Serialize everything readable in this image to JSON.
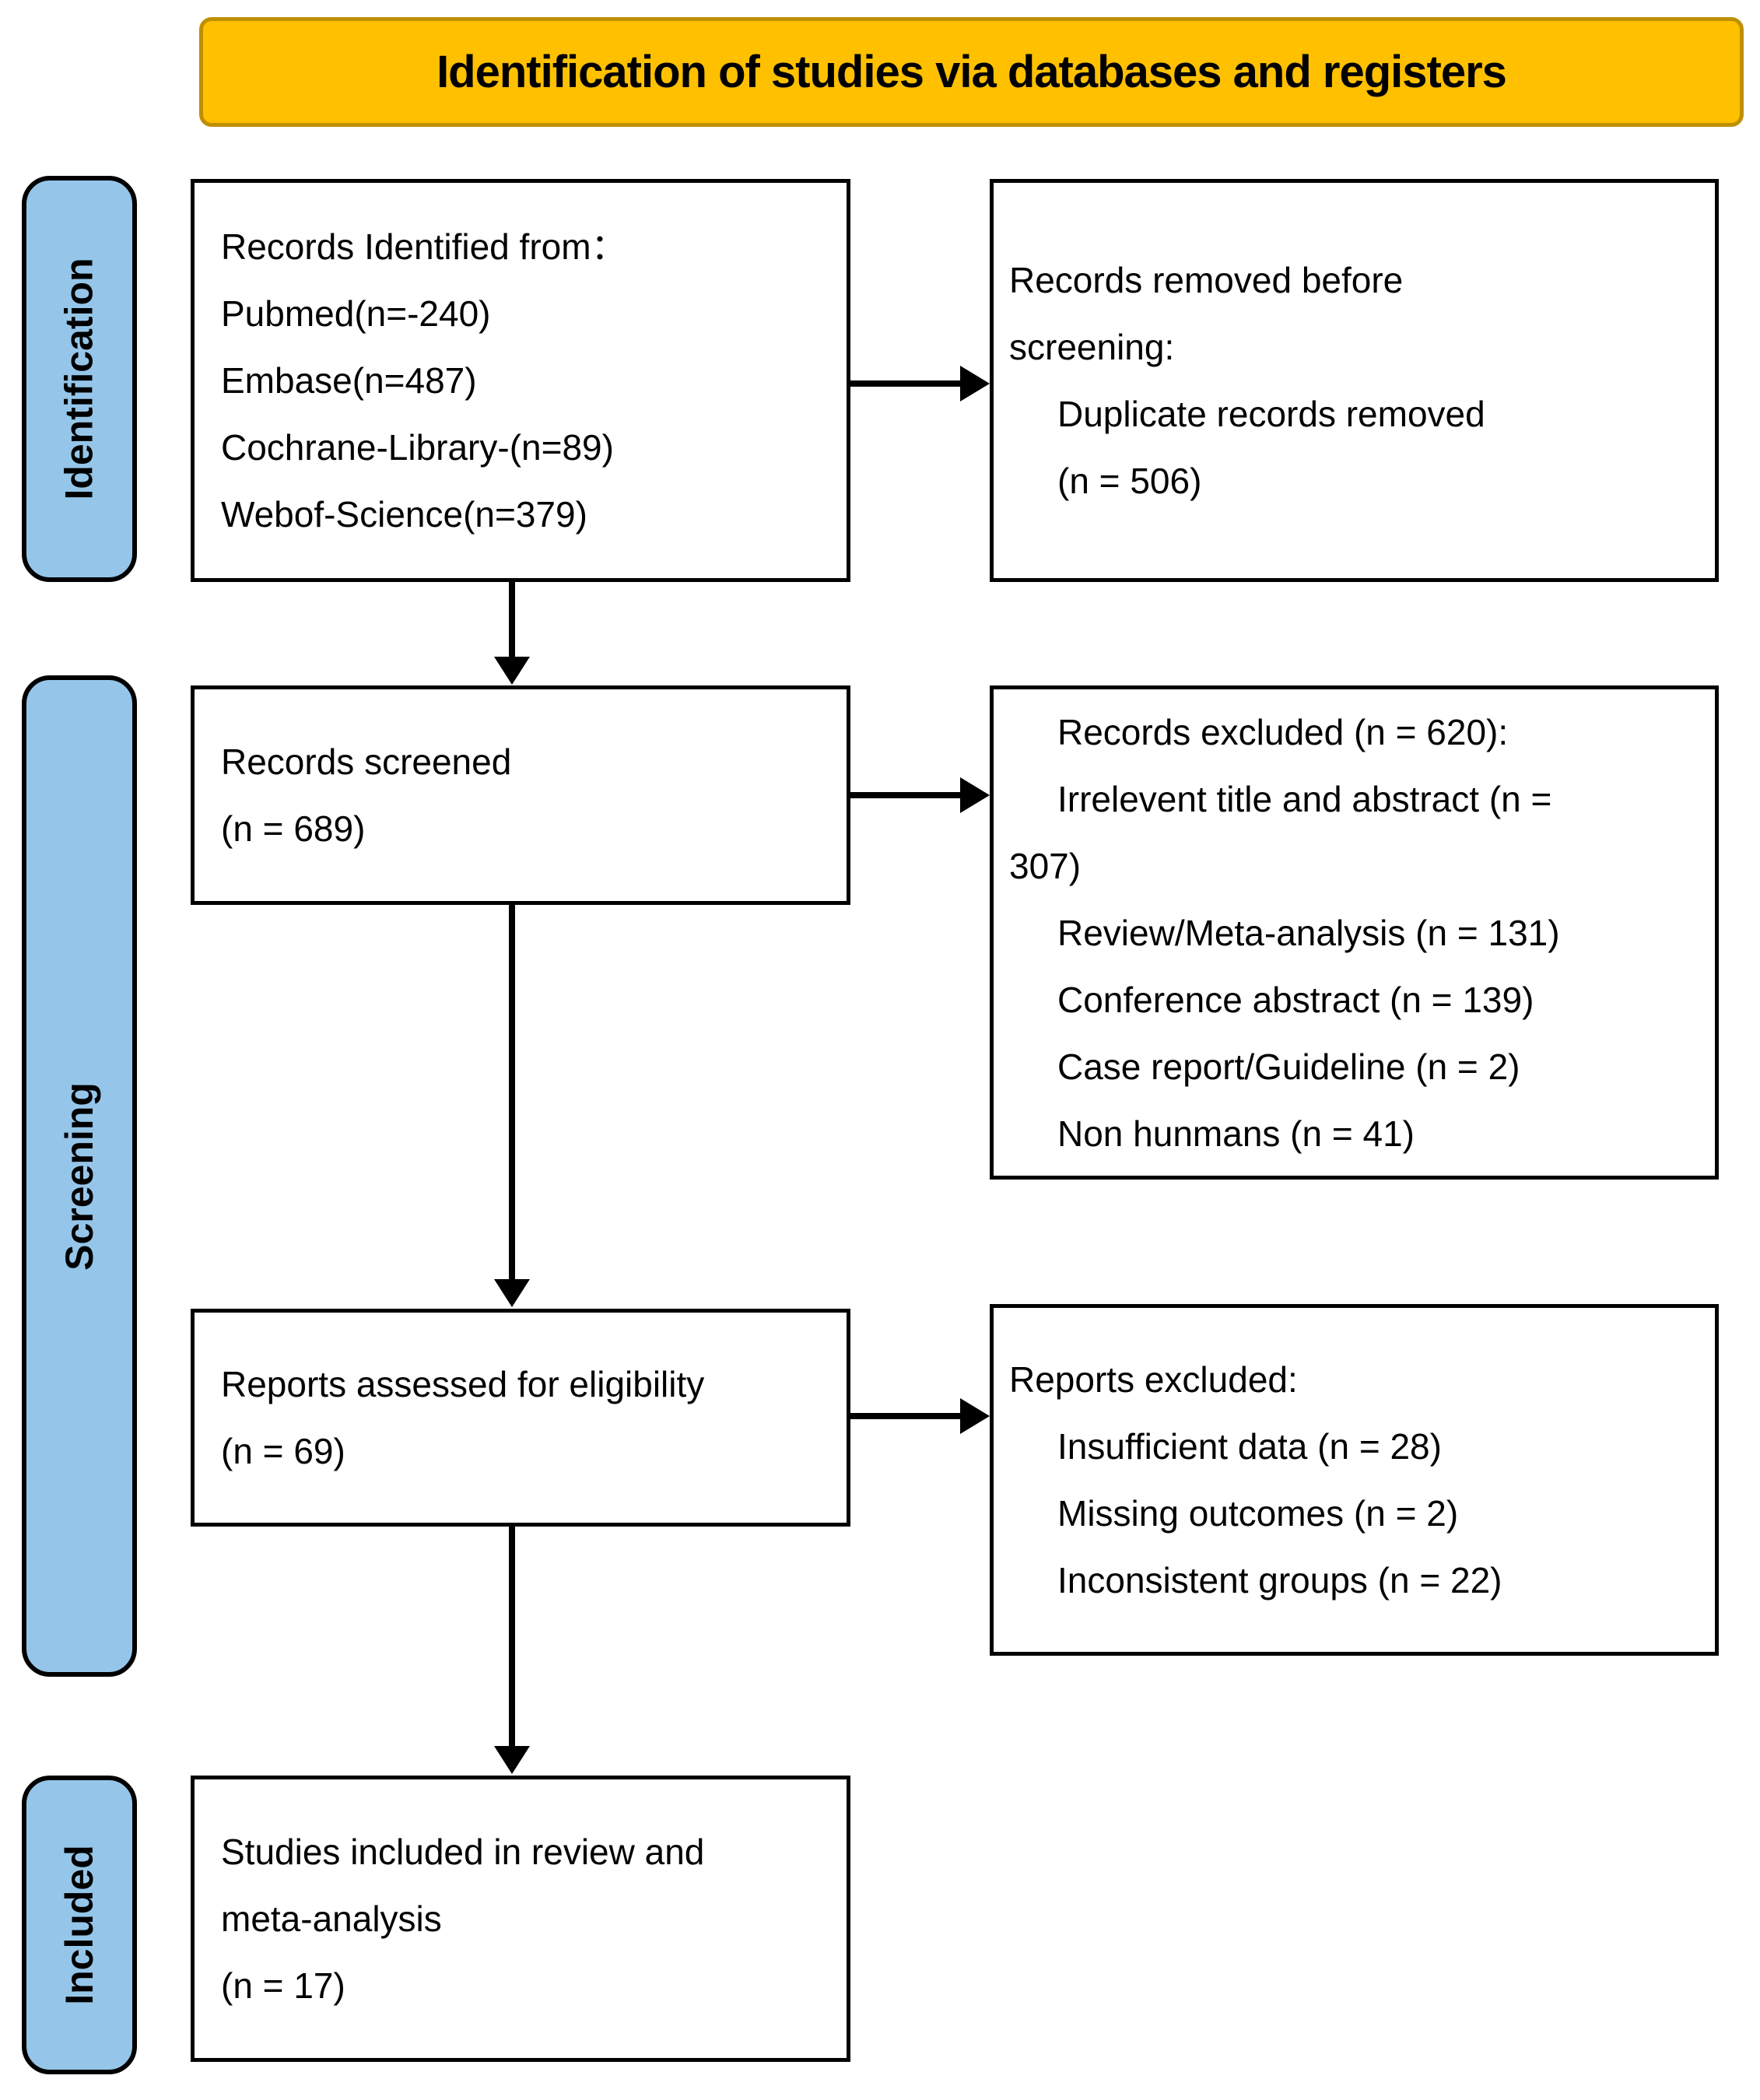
{
  "banner": {
    "title": "Identification of studies via databases and registers"
  },
  "stages": {
    "identification": "Identification",
    "screening": "Screening",
    "included": "Included"
  },
  "boxes": {
    "records_identified": {
      "lines": [
        {
          "text": "Records Identified from：",
          "indent": 0
        },
        {
          "text": "Pubmed(n=-240)",
          "indent": 0
        },
        {
          "text": "Embase(n=487)",
          "indent": 0
        },
        {
          "text": "Cochrane-Library-(n=89)",
          "indent": 0
        },
        {
          "text": "Webof-Science(n=379)",
          "indent": 0
        }
      ]
    },
    "records_removed": {
      "lines": [
        {
          "text": "Records removed before",
          "indent": 0
        },
        {
          "text": "screening:",
          "indent": 0
        },
        {
          "text": "Duplicate records removed",
          "indent": 1
        },
        {
          "text": "(n = 506)",
          "indent": 1
        }
      ]
    },
    "records_screened": {
      "lines": [
        {
          "text": "Records screened",
          "indent": 0
        },
        {
          "text": "(n = 689)",
          "indent": 0
        }
      ]
    },
    "records_excluded": {
      "lines": [
        {
          "text": "Records excluded (n = 620):",
          "indent": 1
        },
        {
          "text": "Irrelevent title and abstract (n =",
          "indent": 1
        },
        {
          "text": "307)",
          "indent": 0
        },
        {
          "text": "Review/Meta-analysis (n = 131)",
          "indent": 1
        },
        {
          "text": "Conference abstract (n = 139)",
          "indent": 1
        },
        {
          "text": "Case report/Guideline (n = 2)",
          "indent": 1
        },
        {
          "text": "Non hunmans (n = 41)",
          "indent": 1
        }
      ]
    },
    "reports_assessed": {
      "lines": [
        {
          "text": "Reports assessed for eligibility",
          "indent": 0
        },
        {
          "text": "(n = 69)",
          "indent": 0
        }
      ]
    },
    "reports_excluded": {
      "lines": [
        {
          "text": "Reports excluded:",
          "indent": 0
        },
        {
          "text": "Insufficient data (n = 28)",
          "indent": 1
        },
        {
          "text": "Missing outcomes (n = 2)",
          "indent": 1
        },
        {
          "text": "Inconsistent groups (n = 22)",
          "indent": 1
        }
      ]
    },
    "studies_included": {
      "lines": [
        {
          "text": "Studies included in review and",
          "indent": 0
        },
        {
          "text": "meta-analysis",
          "indent": 0
        },
        {
          "text": "(n = 17)",
          "indent": 0
        }
      ]
    }
  },
  "colors": {
    "banner_fill": "#FFC000",
    "banner_border": "#BF8F00",
    "stage_fill": "#95C6E9",
    "stage_border": "#000000",
    "box_border": "#000000",
    "arrow": "#000000"
  }
}
